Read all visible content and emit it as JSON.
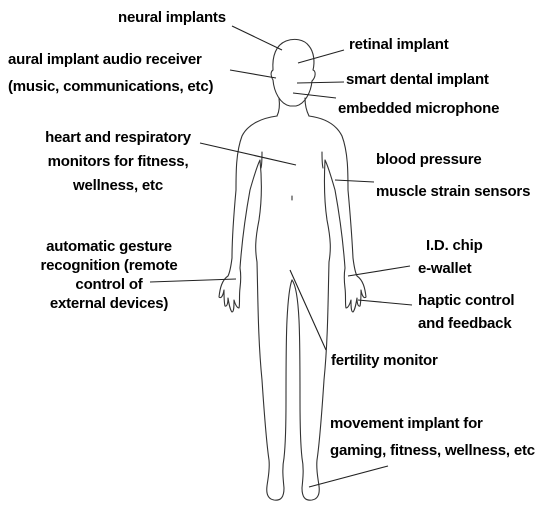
{
  "labels": {
    "neural": "neural implants",
    "aural_1": "aural implant audio receiver",
    "aural_2": "(music, communications, etc)",
    "retinal": "retinal implant",
    "dental": "smart dental implant",
    "microphone": "embedded microphone",
    "heart_1": "heart and respiratory",
    "heart_2": "monitors for fitness,",
    "heart_3": "wellness, etc",
    "blood": "blood pressure",
    "muscle": "muscle strain sensors",
    "gesture_1": "automatic gesture",
    "gesture_2": "recognition (remote",
    "gesture_3": "control of",
    "gesture_4": "external devices)",
    "id_chip": "I.D. chip",
    "ewallet": "e-wallet",
    "haptic_1": "haptic control",
    "haptic_2": "and feedback",
    "fertility": "fertility monitor",
    "movement_1": "movement implant for",
    "movement_2": "gaming, fitness, wellness, etc"
  }
}
